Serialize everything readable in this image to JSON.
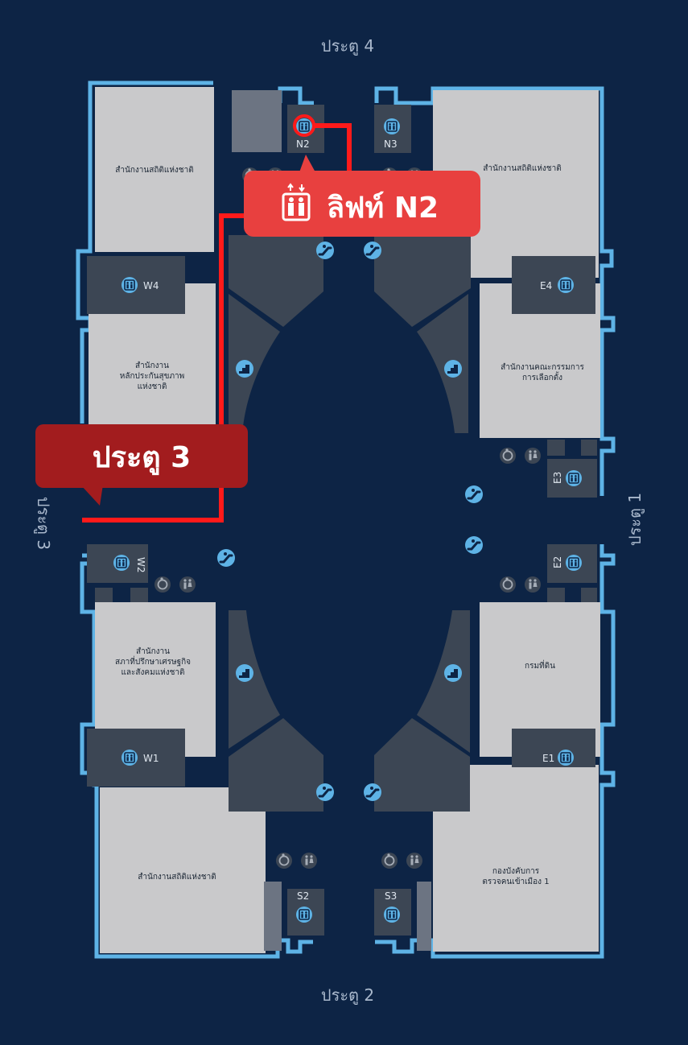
{
  "gates": {
    "north": "ประตู 4",
    "south": "ประตู 2",
    "east": "ประตู 1",
    "west": "ประตู 3"
  },
  "rooms": {
    "nw_top": "สำนักงานสถิติแห่งชาติ",
    "ne_top": "สำนักงานสถิติแห่งชาติ",
    "w_mid": [
      "สำนักงาน",
      "หลักประกันสุขภาพ",
      "แห่งชาติ"
    ],
    "e_mid": [
      "สำนักงานคณะกรรมการ",
      "การเลือกตั้ง"
    ],
    "w_low": [
      "สำนักงาน",
      "สภาที่ปรึกษาเศรษฐกิจ",
      "และสังคมแห่งชาติ"
    ],
    "e_low": "กรมที่ดิน",
    "sw_bottom": "สำนักงานสถิติแห่งชาติ",
    "se_bottom": [
      "กองบังคับการ",
      "ตรวจคนเข้าเมือง 1"
    ]
  },
  "lifts": {
    "n2": "N2",
    "n3": "N3",
    "w4": "W4",
    "e4": "E4",
    "e3": "E3",
    "e2": "E2",
    "w2": "W2",
    "w1": "W1",
    "e1": "E1",
    "s2": "S2",
    "s3": "S3"
  },
  "callouts": {
    "lift": "ลิฟท์ N2",
    "gate": "ประตู 3"
  },
  "colors": {
    "background": "#0d2445",
    "outline": "#5eb3e6",
    "room": "#c9c9cb",
    "core": "#3c4654",
    "route": "#ff1a1a",
    "callout_lift": "#e8403f",
    "callout_gate": "#a21c1e",
    "icon": "#5eb3e6"
  }
}
